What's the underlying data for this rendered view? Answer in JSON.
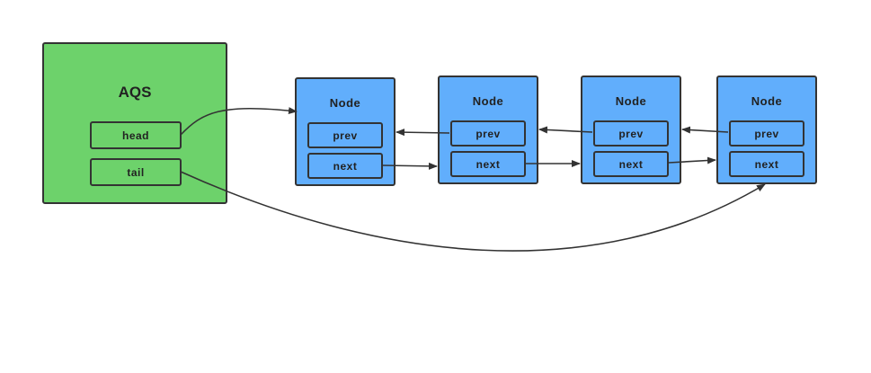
{
  "aqs": {
    "title": "AQS",
    "fields": {
      "head": "head",
      "tail": "tail"
    },
    "color": "#6dd26b"
  },
  "nodes": [
    {
      "title": "Node",
      "prev": "prev",
      "next": "next"
    },
    {
      "title": "Node",
      "prev": "prev",
      "next": "next"
    },
    {
      "title": "Node",
      "prev": "prev",
      "next": "next"
    },
    {
      "title": "Node",
      "prev": "prev",
      "next": "next"
    }
  ],
  "colors": {
    "node": "#61aefc",
    "border": "#333333"
  }
}
